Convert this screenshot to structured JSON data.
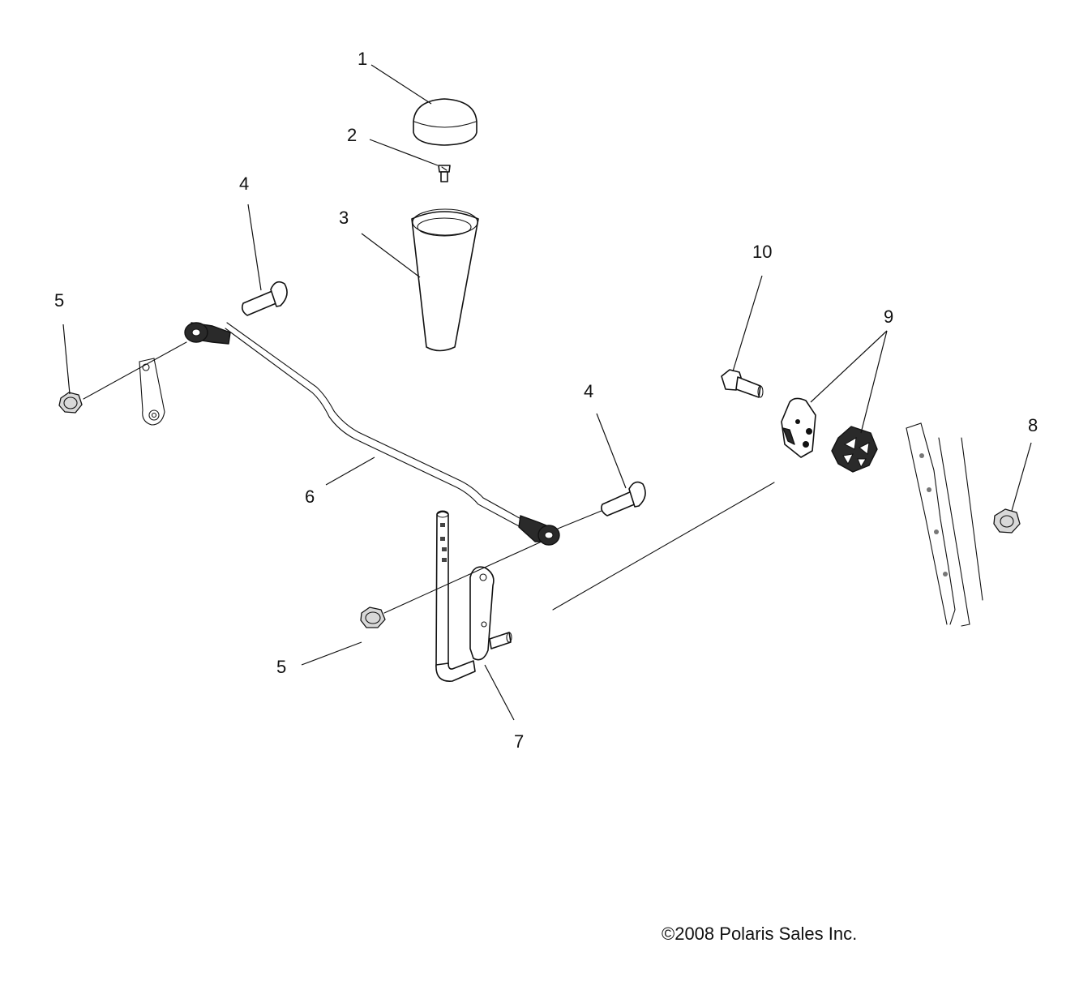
{
  "callouts": {
    "c1": "1",
    "c2": "2",
    "c3": "3",
    "c4a": "4",
    "c4b": "4",
    "c5a": "5",
    "c5b": "5",
    "c6": "6",
    "c7": "7",
    "c8": "8",
    "c9": "9",
    "c10": "10"
  },
  "copyright": "©2008 Polaris Sales Inc."
}
